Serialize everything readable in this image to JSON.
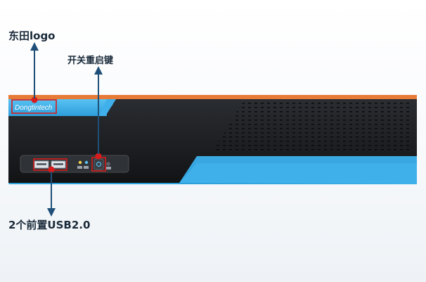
{
  "annotations": {
    "logo_label": "东田logo",
    "power_label": "开关重启键",
    "usb_label": "2个前置USB2.0"
  },
  "device": {
    "brand_logo_text": "Dongtintech",
    "colors": {
      "chassis_blue": "#3fb0ea",
      "chassis_black": "#1b1d20",
      "chassis_orange_stripe": "#e77a36",
      "marker_red": "#d81b1b",
      "arrow_navy": "#1f4f78"
    }
  }
}
